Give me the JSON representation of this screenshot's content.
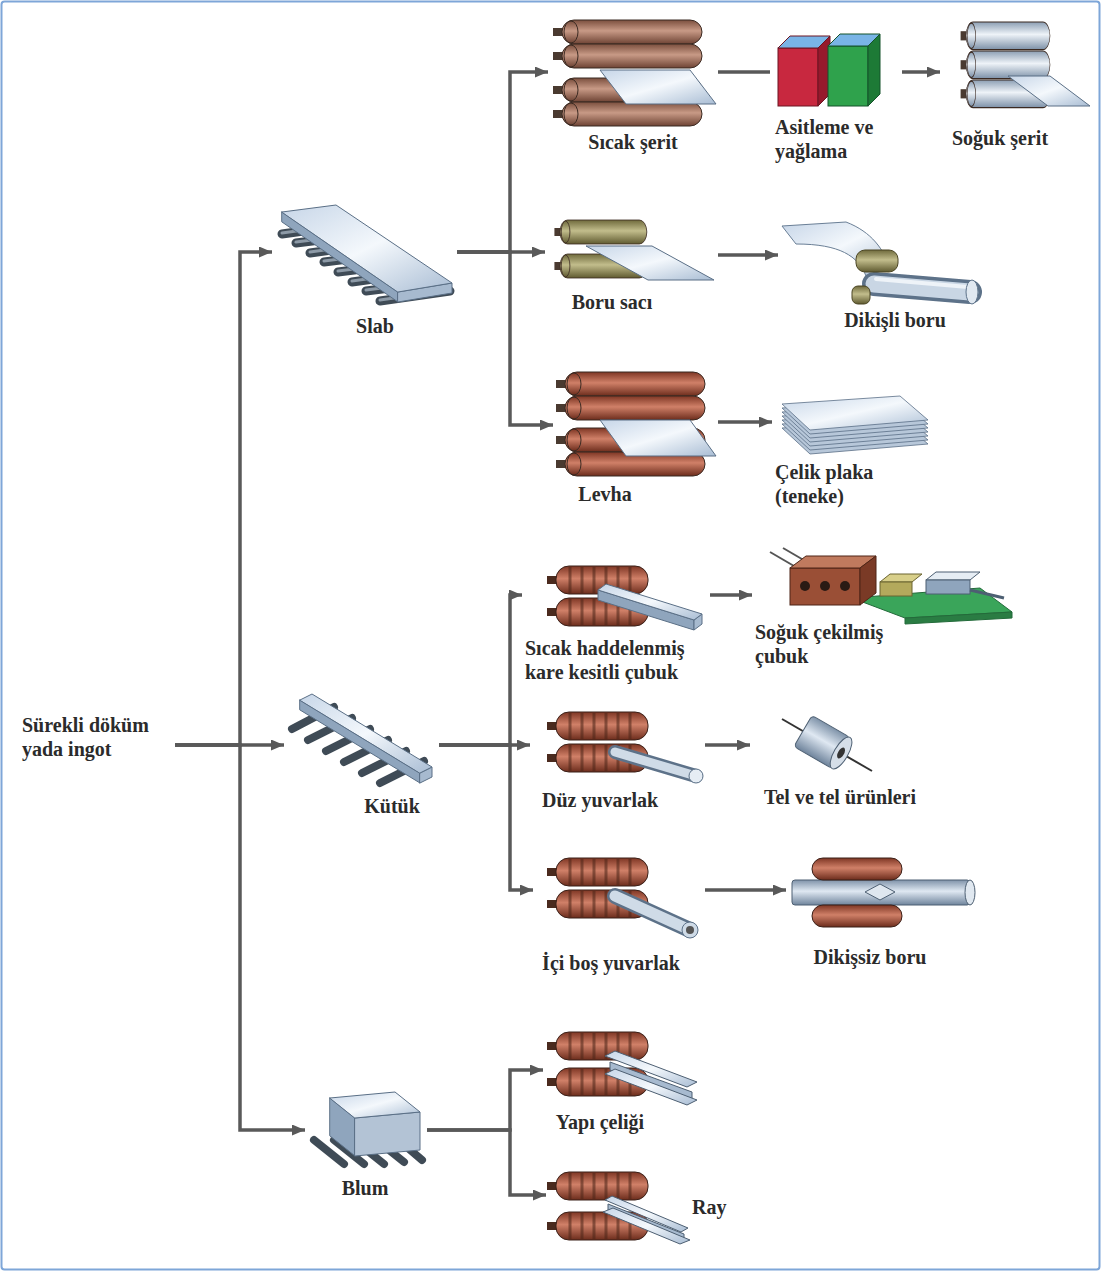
{
  "diagram": {
    "nodes": [
      {
        "text": [
          "Sürekli döküm yada ingot"
        ]
      },
      {
        "text": [
          "Slab"
        ]
      },
      {
        "text": [
          "Kütük"
        ]
      },
      {
        "text": [
          "Blum"
        ]
      },
      {
        "text": [
          "Sıcak şerit"
        ]
      },
      {
        "text": [
          "Asitleme ve yağlama"
        ]
      },
      {
        "text": [
          "Soğuk şerit"
        ]
      },
      {
        "text": [
          "Boru sacı"
        ]
      },
      {
        "text": [
          "Dikişli boru"
        ]
      },
      {
        "text": [
          "Levha"
        ]
      },
      {
        "text": [
          "Çelik plaka (teneke)"
        ]
      },
      {
        "text": [
          "Sıcak haddelenmiş kare kesitli çubuk"
        ]
      },
      {
        "text": [
          "Soğuk çekilmiş çubuk"
        ]
      },
      {
        "text": [
          "Düz yuvarlak"
        ]
      },
      {
        "text": [
          "Tel ve tel ürünleri"
        ]
      },
      {
        "text": [
          "İçi boş yuvarlak"
        ]
      },
      {
        "text": [
          "Dikişsiz boru"
        ]
      },
      {
        "text": [
          "Yapı çeliği"
        ]
      },
      {
        "text": [
          "Ray"
        ]
      }
    ],
    "edges": [
      {
        "from": 0,
        "to": 1,
        "arrow": "to"
      },
      {
        "from": 0,
        "to": 2,
        "arrow": "to"
      },
      {
        "from": 0,
        "to": 3,
        "arrow": "to"
      },
      {
        "from": 1,
        "to": 4,
        "arrow": "to"
      },
      {
        "from": 1,
        "to": 7,
        "arrow": "to"
      },
      {
        "from": 1,
        "to": 9,
        "arrow": "to"
      },
      {
        "from": 4,
        "to": 5,
        "arrow": "none"
      },
      {
        "from": 5,
        "to": 6,
        "arrow": "to"
      },
      {
        "from": 7,
        "to": 8,
        "arrow": "to"
      },
      {
        "from": 9,
        "to": 10,
        "arrow": "to"
      },
      {
        "from": 2,
        "to": 11,
        "arrow": "to"
      },
      {
        "from": 2,
        "to": 13,
        "arrow": "to"
      },
      {
        "from": 2,
        "to": 15,
        "arrow": "to"
      },
      {
        "from": 11,
        "to": 12,
        "arrow": "to"
      },
      {
        "from": 13,
        "to": 14,
        "arrow": "to"
      },
      {
        "from": 15,
        "to": 16,
        "arrow": "to"
      },
      {
        "from": 3,
        "to": 17,
        "arrow": "to"
      },
      {
        "from": 3,
        "to": 18,
        "arrow": "to"
      }
    ]
  }
}
